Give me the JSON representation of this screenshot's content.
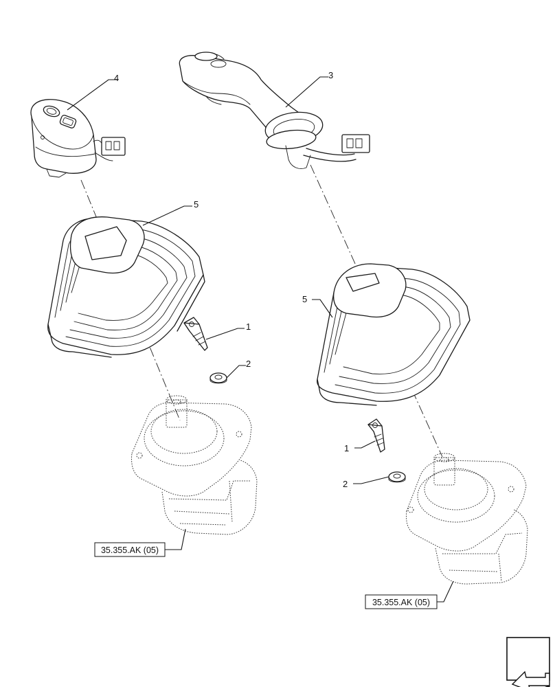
{
  "callouts": {
    "bolt_left": "1",
    "washer_left": "2",
    "joystick_handle": "3",
    "handle_switch": "4",
    "boot_left": "5",
    "bolt_right": "1",
    "washer_right": "2",
    "boot_right": "5"
  },
  "references": {
    "left": "35.355.AK (05)",
    "right": "35.355.AK (05)"
  },
  "icons": {
    "nav_arrow": "arrow-icon"
  }
}
